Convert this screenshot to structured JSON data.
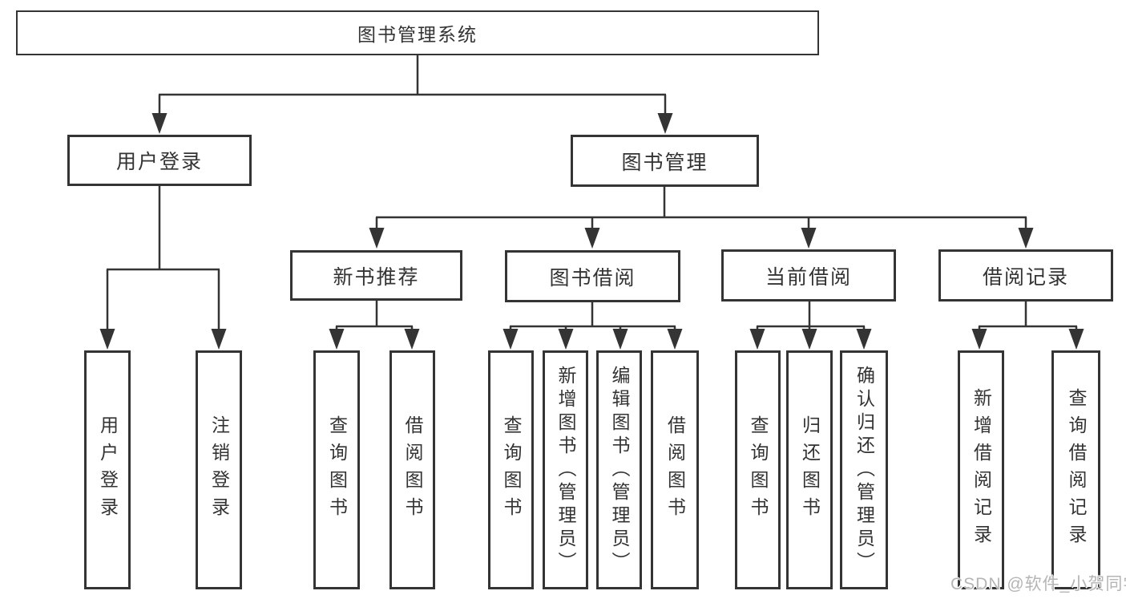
{
  "colors": {
    "line": "#343434",
    "text": "#333333",
    "box_background": "#ffffff",
    "page_background": "#ffffff",
    "watermark": "#b5b5b5"
  },
  "watermark": {
    "text": "CSDN @软件_小贺同学"
  },
  "diagram": {
    "root": {
      "label": "图书管理系统"
    },
    "branches": [
      {
        "label": "用户登录",
        "children": [
          {
            "label": "用户登录"
          },
          {
            "label": "注销登录"
          }
        ]
      },
      {
        "label": "图书管理",
        "children": [
          {
            "label": "新书推荐",
            "children": [
              {
                "label": "查询图书"
              },
              {
                "label": "借阅图书"
              }
            ]
          },
          {
            "label": "图书借阅",
            "children": [
              {
                "label": "查询图书"
              },
              {
                "label": "新增图书（管理员）"
              },
              {
                "label": "编辑图书（管理员）"
              },
              {
                "label": "借阅图书"
              }
            ]
          },
          {
            "label": "当前借阅",
            "children": [
              {
                "label": "查询图书"
              },
              {
                "label": "归还图书"
              },
              {
                "label": "确认归还（管理员）"
              }
            ]
          },
          {
            "label": "借阅记录",
            "children": [
              {
                "label": "新增借阅记录"
              },
              {
                "label": "查询借阅记录"
              }
            ]
          }
        ]
      }
    ]
  }
}
